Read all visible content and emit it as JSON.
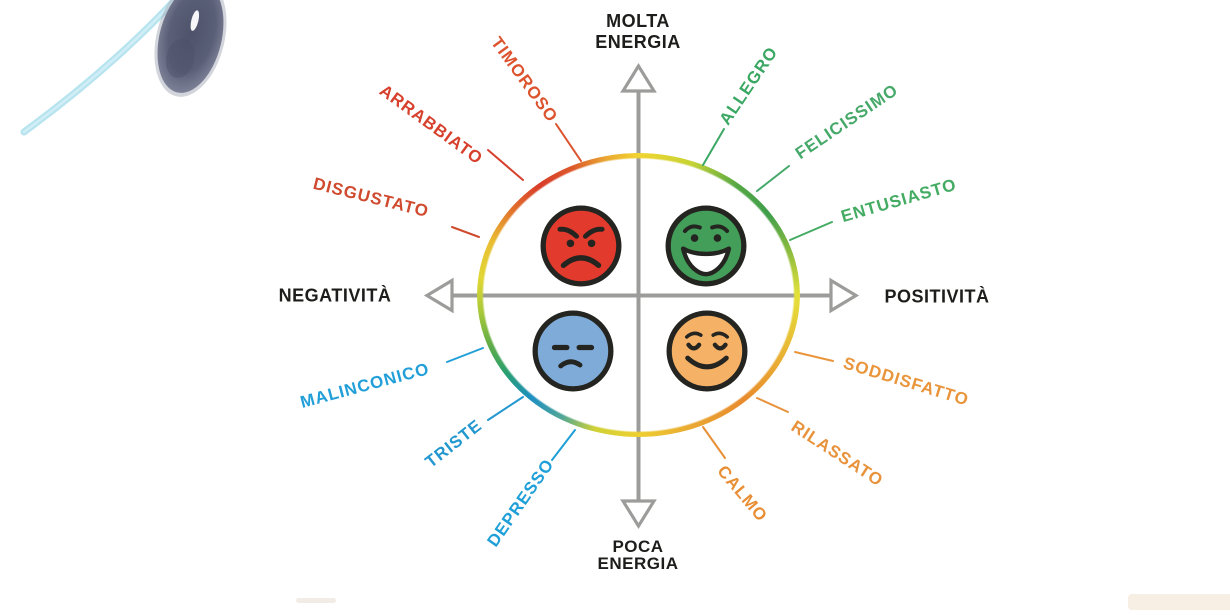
{
  "diagram": {
    "type": "emotion-quadrant-mood-meter",
    "language": "Italian"
  },
  "axes": {
    "top": {
      "line1": "MOLTA",
      "line2": "ENERGIA"
    },
    "bottom": {
      "line1": "POCA",
      "line2": "ENERGIA"
    },
    "left": "NEGATIVITÀ",
    "right": "POSITIVITÀ",
    "axis_color": "#9c9c9b",
    "text_color": "#1d1d1b"
  },
  "quadrants": {
    "top_left": {
      "name": "molta-energia-negativita",
      "face": "angry-face",
      "face_color": "#e23a2c",
      "labels": [
        {
          "text": "TIMOROSO",
          "color": "#dc532e"
        },
        {
          "text": "ARRABBIATO",
          "color": "#d6402c"
        },
        {
          "text": "DISGUSTATO",
          "color": "#cf4a2e"
        }
      ]
    },
    "top_right": {
      "name": "molta-energia-positivita",
      "face": "laughing-face",
      "face_color": "#439e59",
      "labels": [
        {
          "text": "ALLEGRO",
          "color": "#3aa763"
        },
        {
          "text": "FELICISSIMO",
          "color": "#46a96a"
        },
        {
          "text": "ENTUSIASTO",
          "color": "#44ab63"
        }
      ]
    },
    "bottom_left": {
      "name": "poca-energia-negativita",
      "face": "gloomy-face",
      "face_color": "#7fabd9",
      "labels": [
        {
          "text": "MALINCONICO",
          "color": "#229fd8"
        },
        {
          "text": "TRISTE",
          "color": "#2397d0"
        },
        {
          "text": "DEPRESSO",
          "color": "#1f9fd8"
        }
      ]
    },
    "bottom_right": {
      "name": "poca-energia-positivita",
      "face": "relaxed-face",
      "face_color": "#f5b166",
      "labels": [
        {
          "text": "SODDISFATTO",
          "color": "#e9953c"
        },
        {
          "text": "RILASSATO",
          "color": "#e8933c"
        },
        {
          "text": "CALMO",
          "color": "#e88f36"
        }
      ]
    }
  },
  "ring": {
    "colors": {
      "top": "#f2d42f",
      "top_right": "#3f9e4c",
      "right": "#e4e13a",
      "bottom_right": "#e88a2d",
      "bottom": "#eecf30",
      "bottom_left": "#1e8fc2",
      "left": "#cfd135",
      "top_left": "#d83c2a"
    }
  },
  "decor": {
    "brush_stroke_color": "#b7e4ef",
    "blob_color": "#565b73"
  }
}
